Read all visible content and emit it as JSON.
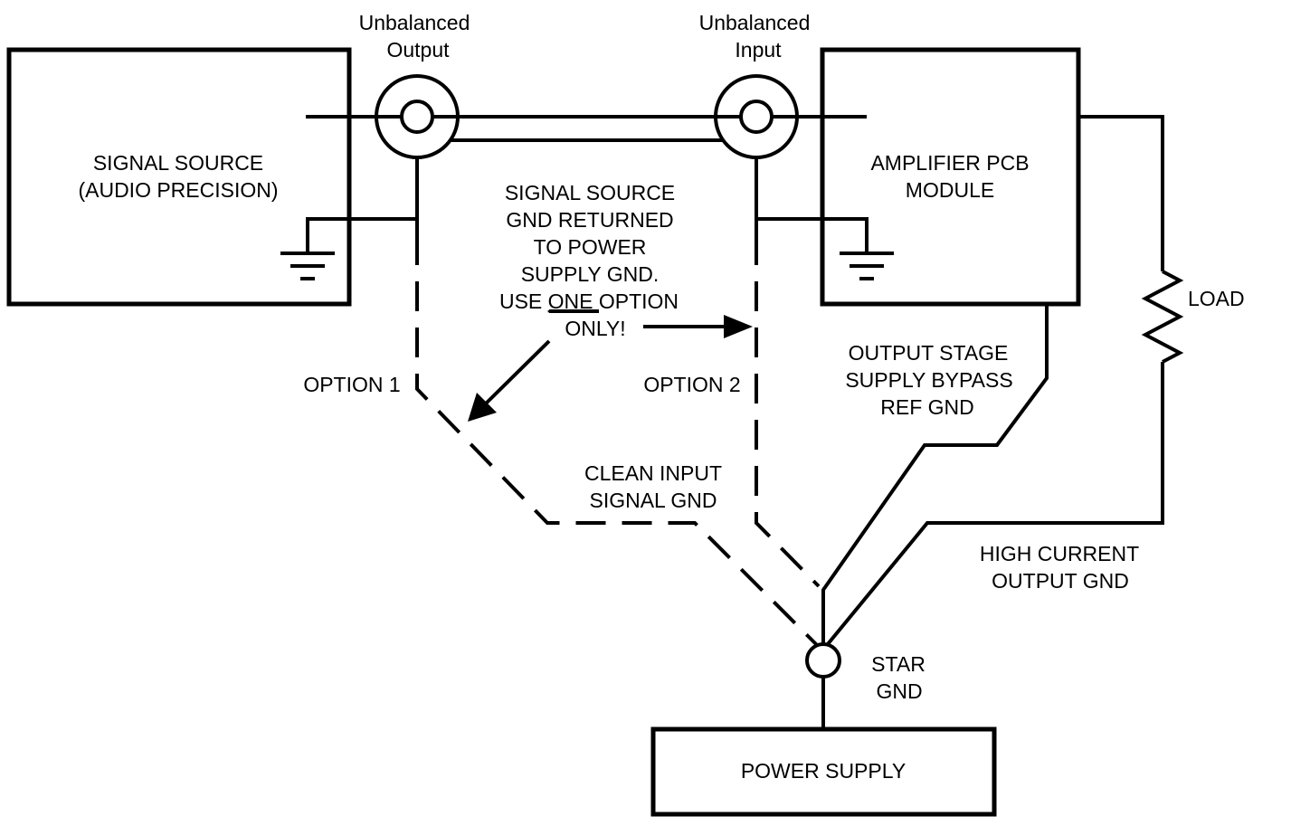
{
  "labels": {
    "unbalanced_output": [
      "Unbalanced",
      "Output"
    ],
    "unbalanced_input": [
      "Unbalanced",
      "Input"
    ],
    "signal_source": [
      "SIGNAL SOURCE",
      "(AUDIO PRECISION)"
    ],
    "amplifier_pcb": [
      "AMPLIFIER PCB",
      "MODULE"
    ],
    "note_lines": [
      "SIGNAL SOURCE",
      "GND RETURNED",
      "TO POWER",
      "SUPPLY GND."
    ],
    "note_use_prefix": "USE ",
    "note_use_emph": "ONE",
    "note_use_suffix": " OPTION",
    "note_only": "ONLY!",
    "option1": "OPTION 1",
    "option2": "OPTION 2",
    "load": "LOAD",
    "output_stage": [
      "OUTPUT STAGE",
      "SUPPLY BYPASS",
      "REF GND"
    ],
    "clean_input": [
      "CLEAN INPUT",
      "SIGNAL GND"
    ],
    "high_current": [
      "HIGH CURRENT",
      "OUTPUT GND"
    ],
    "star_gnd": [
      "STAR",
      "GND"
    ],
    "power_supply": "POWER SUPPLY"
  }
}
